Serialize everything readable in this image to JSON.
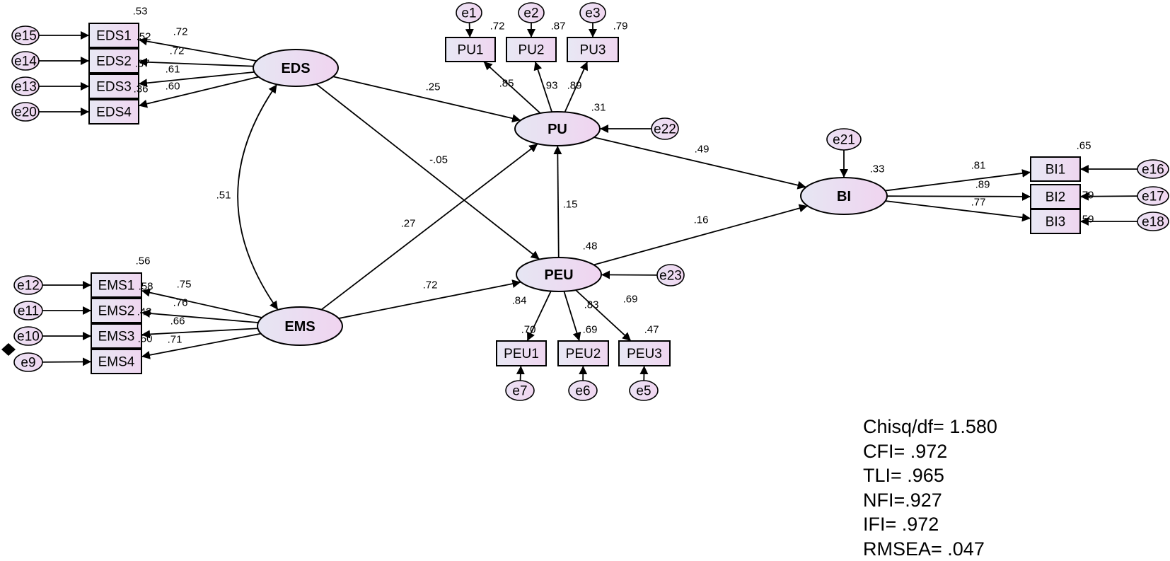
{
  "latents": [
    {
      "id": "EDS",
      "label": "EDS"
    },
    {
      "id": "EMS",
      "label": "EMS"
    },
    {
      "id": "PU",
      "label": "PU"
    },
    {
      "id": "PEU",
      "label": "PEU"
    },
    {
      "id": "BI",
      "label": "BI"
    }
  ],
  "observed": [
    {
      "id": "EDS1",
      "label": "EDS1",
      "r2": ".53"
    },
    {
      "id": "EDS2",
      "label": "EDS2",
      "r2": ".52"
    },
    {
      "id": "EDS3",
      "label": "EDS3",
      "r2": ".37"
    },
    {
      "id": "EDS4",
      "label": "EDS4",
      "r2": ".36"
    },
    {
      "id": "EMS1",
      "label": "EMS1",
      "r2": ".56"
    },
    {
      "id": "EMS2",
      "label": "EMS2",
      "r2": ".58"
    },
    {
      "id": "EMS3",
      "label": "EMS3",
      "r2": ".43"
    },
    {
      "id": "EMS4",
      "label": "EMS4",
      "r2": ".50"
    },
    {
      "id": "PU1",
      "label": "PU1",
      "r2": ".72"
    },
    {
      "id": "PU2",
      "label": "PU2",
      "r2": ".87"
    },
    {
      "id": "PU3",
      "label": "PU3",
      "r2": ".79"
    },
    {
      "id": "PEU1",
      "label": "PEU1",
      "r2": ".70"
    },
    {
      "id": "PEU2",
      "label": "PEU2",
      "r2": ".69"
    },
    {
      "id": "PEU3",
      "label": "PEU3",
      "r2": ".47"
    },
    {
      "id": "BI1",
      "label": "BI1",
      "r2": ".65"
    },
    {
      "id": "BI2",
      "label": "BI2",
      "r2": ".79"
    },
    {
      "id": "BI3",
      "label": "BI3",
      "r2": ".59"
    }
  ],
  "errors": [
    {
      "id": "e15",
      "label": "e15"
    },
    {
      "id": "e14",
      "label": "e14"
    },
    {
      "id": "e13",
      "label": "e13"
    },
    {
      "id": "e20",
      "label": "e20"
    },
    {
      "id": "e12",
      "label": "e12"
    },
    {
      "id": "e11",
      "label": "e11"
    },
    {
      "id": "e10",
      "label": "e10"
    },
    {
      "id": "e9",
      "label": "e9"
    },
    {
      "id": "e1",
      "label": "e1"
    },
    {
      "id": "e2",
      "label": "e2"
    },
    {
      "id": "e3",
      "label": "e3"
    },
    {
      "id": "e7",
      "label": "e7"
    },
    {
      "id": "e6",
      "label": "e6"
    },
    {
      "id": "e5",
      "label": "e5"
    },
    {
      "id": "e16",
      "label": "e16"
    },
    {
      "id": "e17",
      "label": "e17"
    },
    {
      "id": "e18",
      "label": "e18"
    },
    {
      "id": "e21",
      "label": "e21"
    },
    {
      "id": "e22",
      "label": "e22"
    },
    {
      "id": "e23",
      "label": "e23"
    }
  ],
  "loadings": [
    {
      "from": "EDS",
      "to": "EDS1",
      "value": ".72"
    },
    {
      "from": "EDS",
      "to": "EDS2",
      "value": ".72"
    },
    {
      "from": "EDS",
      "to": "EDS3",
      "value": ".61"
    },
    {
      "from": "EDS",
      "to": "EDS4",
      "value": ".60"
    },
    {
      "from": "EMS",
      "to": "EMS1",
      "value": ".75"
    },
    {
      "from": "EMS",
      "to": "EMS2",
      "value": ".76"
    },
    {
      "from": "EMS",
      "to": "EMS3",
      "value": ".66"
    },
    {
      "from": "EMS",
      "to": "EMS4",
      "value": ".71"
    },
    {
      "from": "PU",
      "to": "PU1",
      "value": ".85"
    },
    {
      "from": "PU",
      "to": "PU2",
      "value": ".93"
    },
    {
      "from": "PU",
      "to": "PU3",
      "value": ".89"
    },
    {
      "from": "PEU",
      "to": "PEU1",
      "value": ".84"
    },
    {
      "from": "PEU",
      "to": "PEU2",
      "value": ".83"
    },
    {
      "from": "PEU",
      "to": "PEU3",
      "value": ".69"
    },
    {
      "from": "BI",
      "to": "BI1",
      "value": ".81"
    },
    {
      "from": "BI",
      "to": "BI2",
      "value": ".89"
    },
    {
      "from": "BI",
      "to": "BI3",
      "value": ".77"
    }
  ],
  "structural": [
    {
      "from": "EDS",
      "to": "PU",
      "value": ".25"
    },
    {
      "from": "EDS",
      "to": "PEU",
      "value": "-.05"
    },
    {
      "from": "EMS",
      "to": "PU",
      "value": ".27"
    },
    {
      "from": "EMS",
      "to": "PEU",
      "value": ".72"
    },
    {
      "from": "PEU",
      "to": "PU",
      "value": ".15"
    },
    {
      "from": "PU",
      "to": "BI",
      "value": ".49"
    },
    {
      "from": "PEU",
      "to": "BI",
      "value": ".16"
    }
  ],
  "covariance": {
    "between": [
      "EDS",
      "EMS"
    ],
    "value": ".51"
  },
  "latent_r2": {
    "PU": ".31",
    "PEU": ".48",
    "BI": ".33"
  },
  "fit": [
    {
      "label": "Chisq/df= 1.580"
    },
    {
      "label": "CFI= .972"
    },
    {
      "label": "TLI= .965"
    },
    {
      "label": "NFI=.927"
    },
    {
      "label": "IFI= .972"
    },
    {
      "label": "RMSEA= .047"
    }
  ],
  "colors": {
    "fill_start": "#e6e6f4",
    "fill_end": "#f2d6f2",
    "stroke": "#000000"
  }
}
